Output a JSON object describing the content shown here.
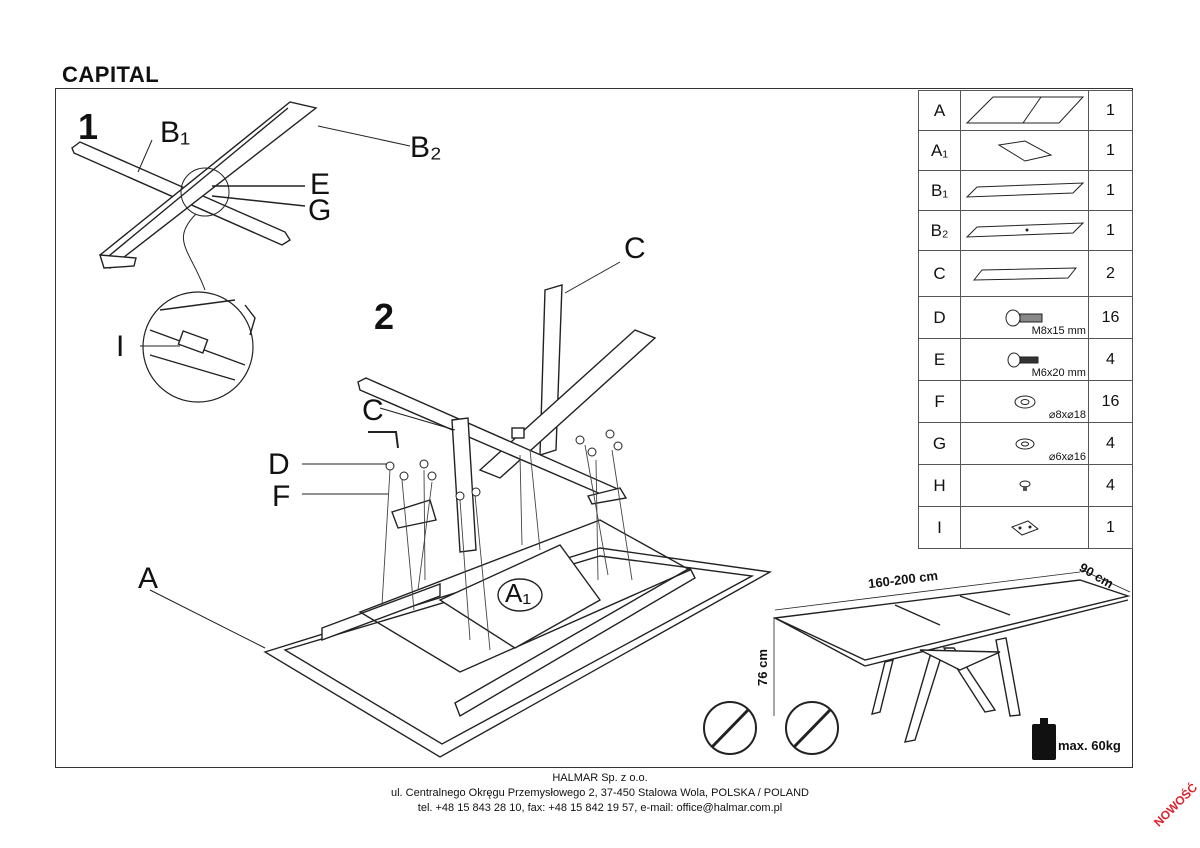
{
  "title": "CAPITAL",
  "steps": {
    "step1": "1",
    "step2": "2"
  },
  "callouts": {
    "b1": "B₁",
    "b2": "B₂",
    "e": "E",
    "g": "G",
    "i": "I",
    "c_top": "C",
    "c_mid": "C",
    "d": "D",
    "f": "F",
    "a": "A",
    "a1": "A₁"
  },
  "parts": [
    {
      "code": "A",
      "icon": "tabletop-icon",
      "spec": "",
      "qty": "1"
    },
    {
      "code": "A₁",
      "icon": "extension-leaf-icon",
      "spec": "",
      "qty": "1"
    },
    {
      "code": "B₁",
      "icon": "leg-beam-b1-icon",
      "spec": "",
      "qty": "1"
    },
    {
      "code": "B₂",
      "icon": "leg-beam-b2-icon",
      "spec": "",
      "qty": "1"
    },
    {
      "code": "C",
      "icon": "support-rail-icon",
      "spec": "",
      "qty": "2"
    },
    {
      "code": "D",
      "icon": "bolt-m8-icon",
      "spec": "M8x15 mm",
      "qty": "16"
    },
    {
      "code": "E",
      "icon": "bolt-m6-icon",
      "spec": "M6x20 mm",
      "qty": "4"
    },
    {
      "code": "F",
      "icon": "washer-8-icon",
      "spec": "⌀8x⌀18",
      "qty": "16"
    },
    {
      "code": "G",
      "icon": "washer-6-icon",
      "spec": "⌀6x⌀16",
      "qty": "4"
    },
    {
      "code": "H",
      "icon": "nut-icon",
      "spec": "",
      "qty": "4"
    },
    {
      "code": "I",
      "icon": "bracket-icon",
      "spec": "",
      "qty": "1"
    }
  ],
  "dimensions": {
    "length": "160-200 cm",
    "width": "90 cm",
    "height": "76 cm",
    "max_load": "max. 60kg"
  },
  "footer": {
    "company": "HALMAR Sp. z o.o.",
    "address": "ul. Centralnego Okręgu Przemysłowego 2, 37-450 Stalowa Wola, POLSKA / POLAND",
    "contact": "tel. +48 15 843 28 10, fax: +48 15 842 19 57, e-mail: office@halmar.com.pl"
  },
  "badge": "NOWOŚĆ"
}
